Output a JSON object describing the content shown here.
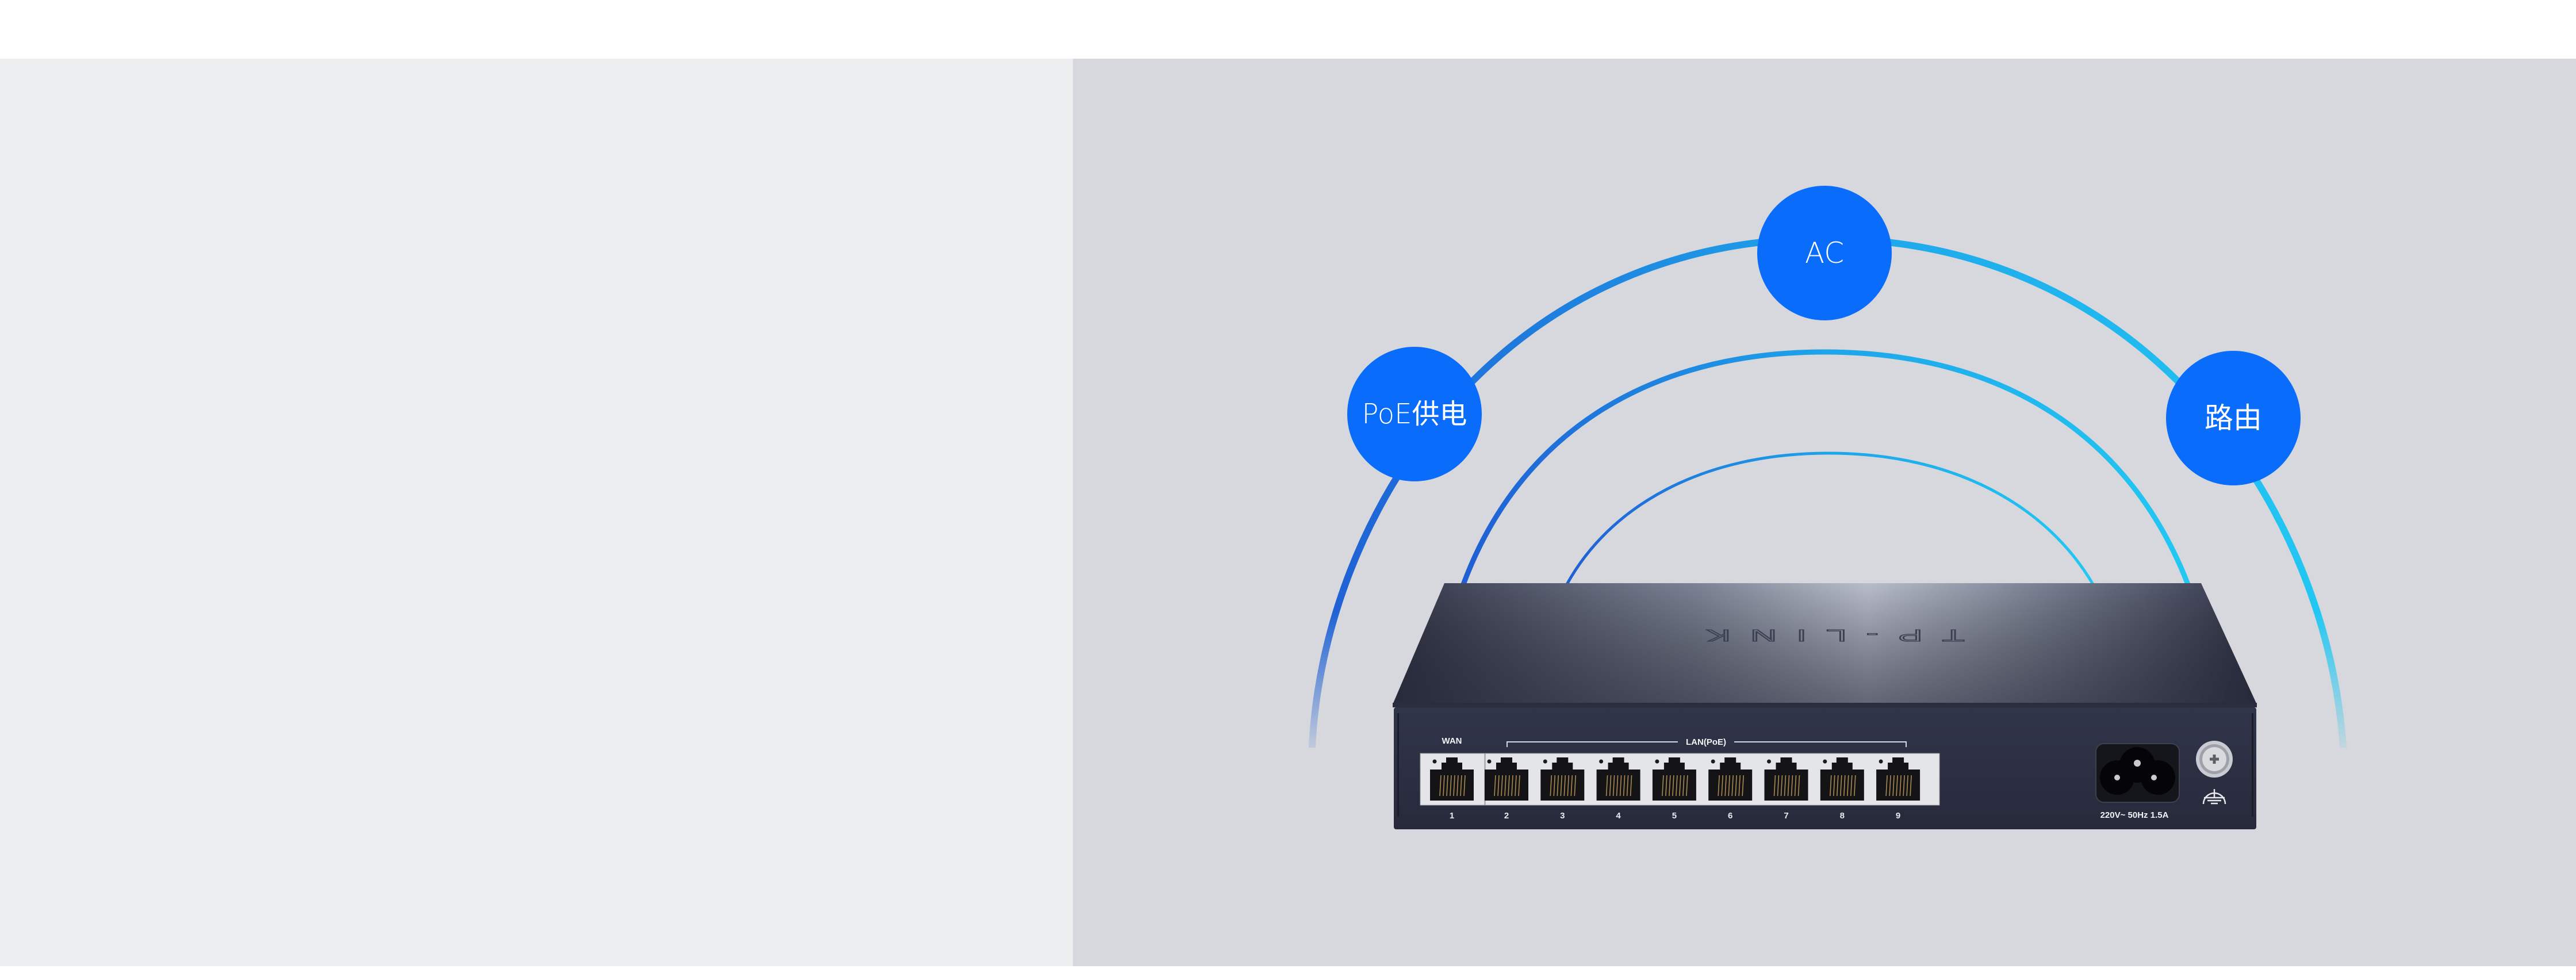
{
  "banner": {
    "background": {
      "left_panel_color": "#ecedef",
      "right_panel_color": "#d6d8dd"
    },
    "feature_bubbles": [
      {
        "id": "poe",
        "label": "PoE供电",
        "color": "#0a6cfb"
      },
      {
        "id": "ac",
        "label": "AC",
        "color": "#0a6cfb"
      },
      {
        "id": "routing",
        "label": "路由",
        "color": "#0a6cfb"
      }
    ],
    "signal_arcs": {
      "count": 3,
      "gradient_start": "#1f5fd4",
      "gradient_end": "#22c8f2"
    },
    "device": {
      "brand_logo": "TP-LINK",
      "body_color": "#2c3041",
      "wan_label": "WAN",
      "lan_label": "LAN(PoE)",
      "ports": [
        {
          "number": "1",
          "type": "WAN"
        },
        {
          "number": "2",
          "type": "LAN"
        },
        {
          "number": "3",
          "type": "LAN"
        },
        {
          "number": "4",
          "type": "LAN"
        },
        {
          "number": "5",
          "type": "LAN"
        },
        {
          "number": "6",
          "type": "LAN"
        },
        {
          "number": "7",
          "type": "LAN"
        },
        {
          "number": "8",
          "type": "LAN"
        },
        {
          "number": "9",
          "type": "LAN"
        }
      ],
      "power_rating": "220V~ 50Hz 1.5A",
      "icons": [
        "power-socket-icon",
        "ground-screw-icon",
        "ground-symbol-icon"
      ]
    }
  }
}
